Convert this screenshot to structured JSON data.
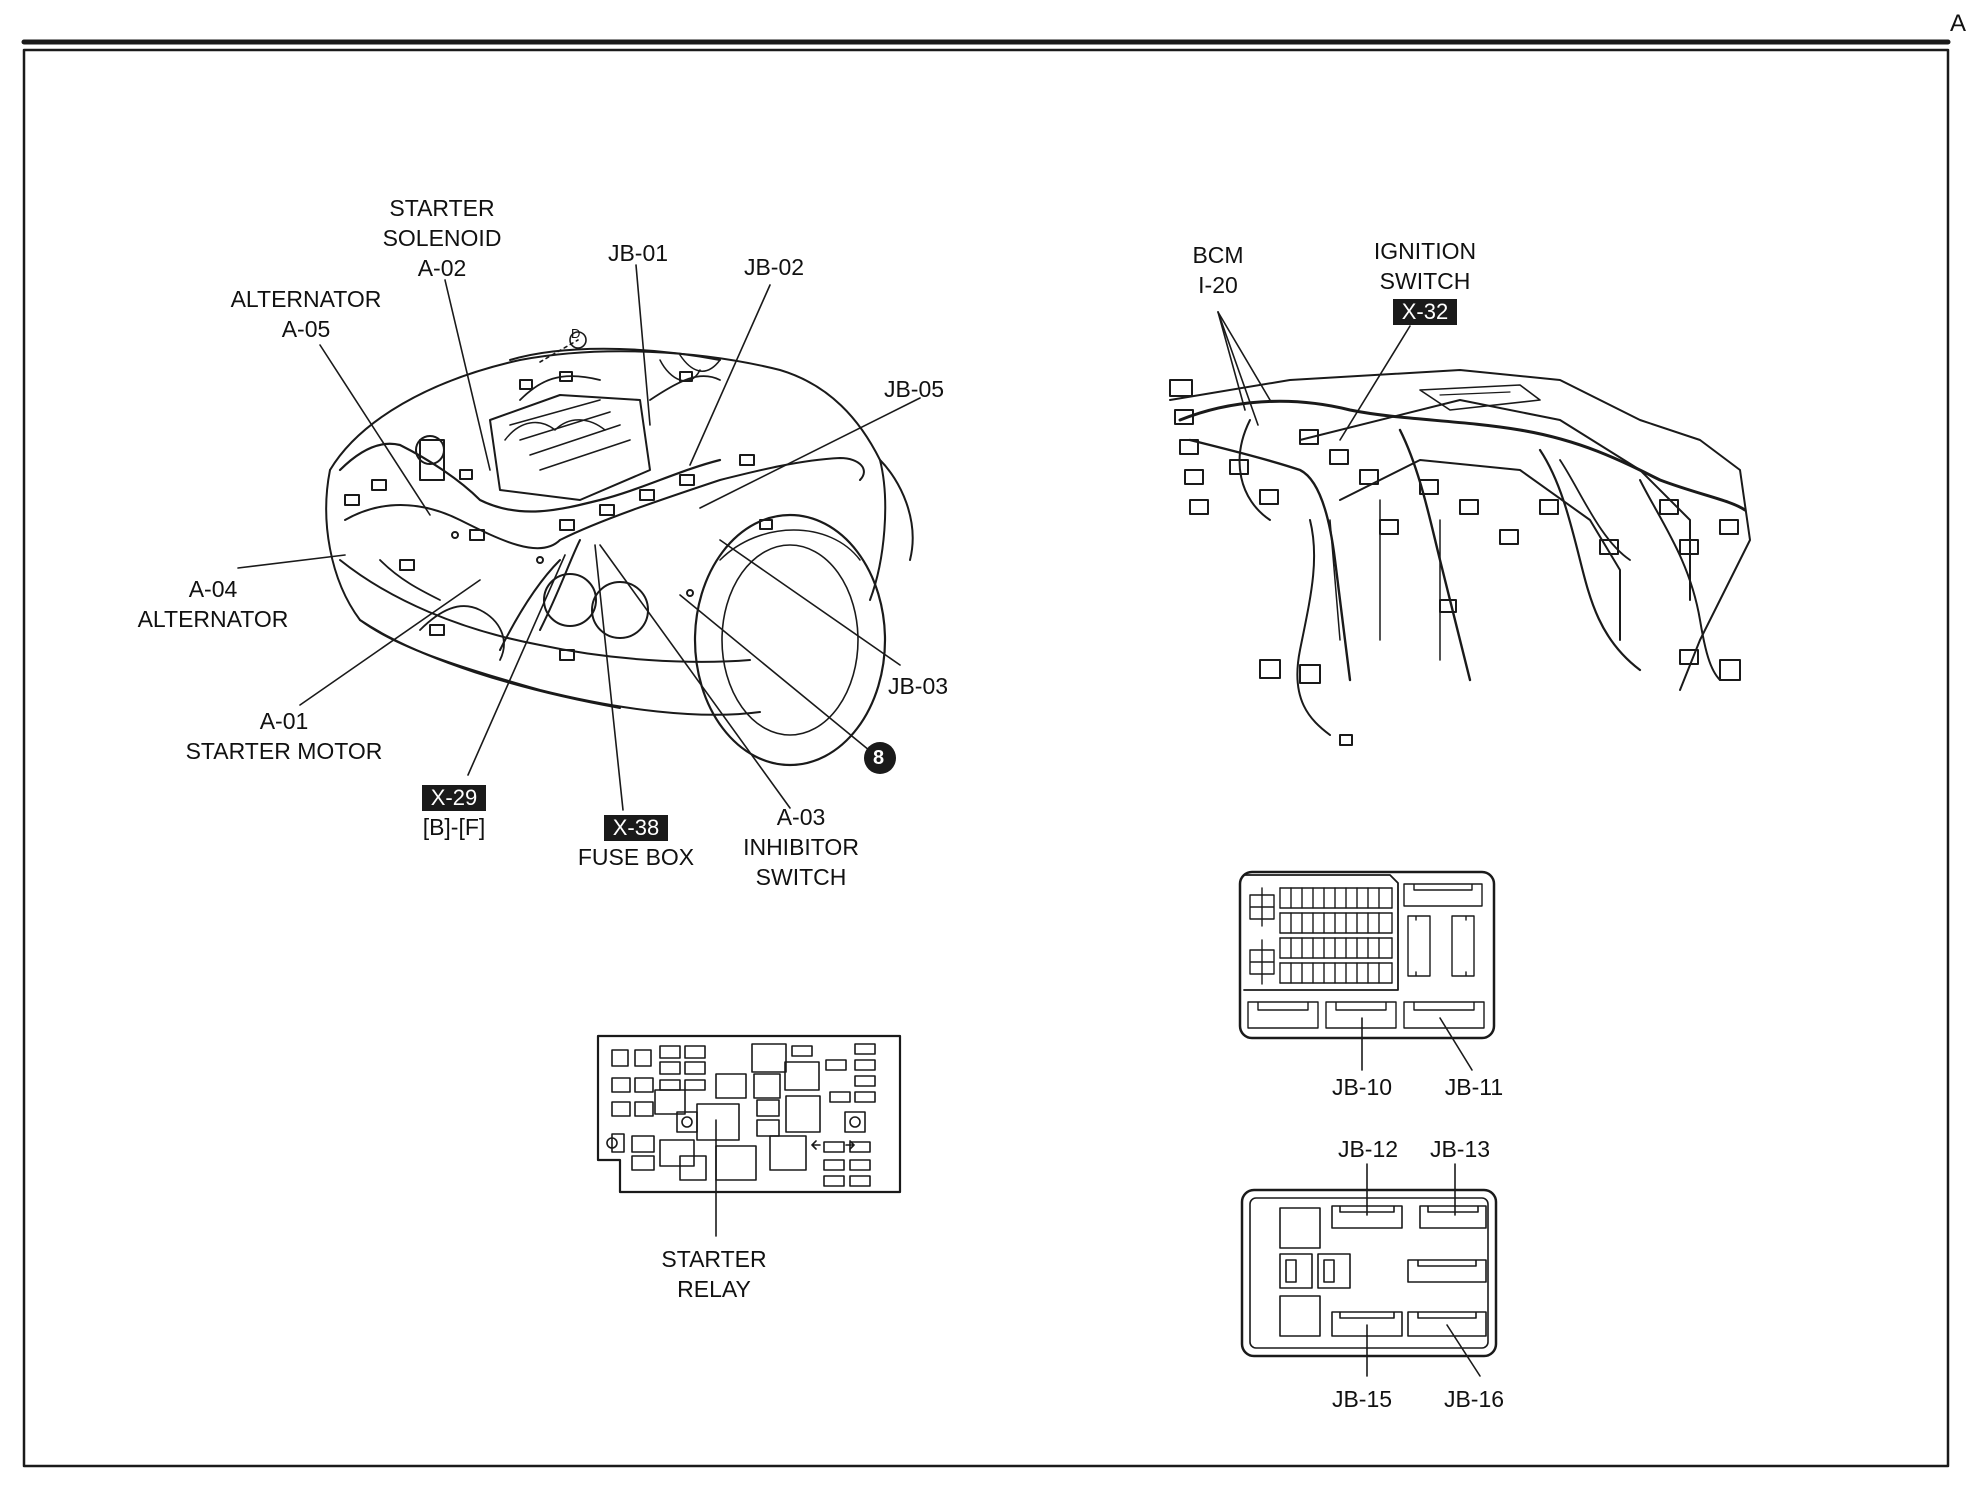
{
  "corner_mark": "A",
  "engine_bay": {
    "labels": {
      "starter_solenoid": [
        "STARTER",
        "SOLENOID",
        "A-02"
      ],
      "alternator_a05": [
        "ALTERNATOR",
        "A-05"
      ],
      "jb01": "JB-01",
      "jb02": "JB-02",
      "jb05": "JB-05",
      "a04": [
        "A-04",
        "ALTERNATOR"
      ],
      "a01": [
        "A-01",
        "STARTER MOTOR"
      ],
      "x29": {
        "ref": "X-29",
        "sub": "[B]-[F]"
      },
      "x38": {
        "ref": "X-38",
        "sub": "FUSE BOX"
      },
      "a03": [
        "A-03",
        "INHIBITOR",
        "SWITCH"
      ],
      "jb03": "JB-03",
      "ground_badge": "8",
      "ground_d": "D"
    }
  },
  "dash": {
    "labels": {
      "bcm": [
        "BCM",
        "I-20"
      ],
      "ignition": [
        "IGNITION",
        "SWITCH"
      ],
      "ignition_ref": "X-32"
    }
  },
  "fuse_box": {
    "labels": {
      "starter_relay": [
        "STARTER",
        "RELAY"
      ]
    }
  },
  "junction_box_upper": {
    "labels": {
      "jb10": "JB-10",
      "jb11": "JB-11"
    }
  },
  "junction_box_lower": {
    "labels": {
      "jb12": "JB-12",
      "jb13": "JB-13",
      "jb15": "JB-15",
      "jb16": "JB-16"
    }
  }
}
